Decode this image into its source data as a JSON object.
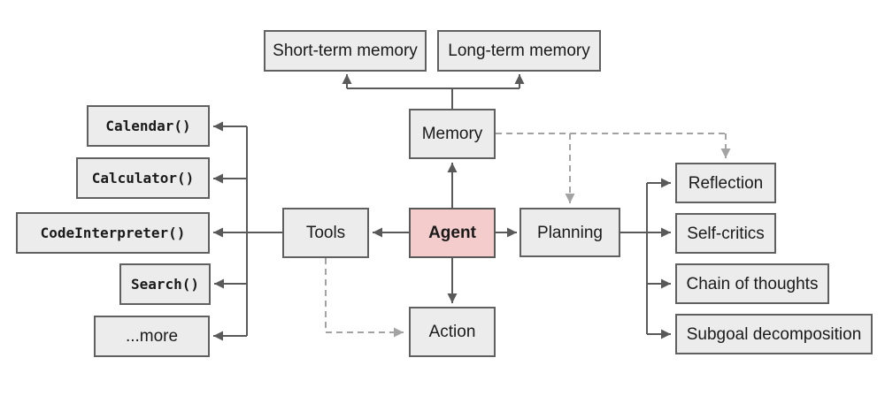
{
  "diagram": {
    "nodes": {
      "short_term_memory": {
        "label": "Short-term memory"
      },
      "long_term_memory": {
        "label": "Long-term memory"
      },
      "memory": {
        "label": "Memory"
      },
      "agent": {
        "label": "Agent"
      },
      "tools": {
        "label": "Tools"
      },
      "planning": {
        "label": "Planning"
      },
      "action": {
        "label": "Action"
      },
      "calendar": {
        "label": "Calendar()"
      },
      "calculator": {
        "label": "Calculator()"
      },
      "code_interpreter": {
        "label": "CodeInterpreter()"
      },
      "search": {
        "label": "Search()"
      },
      "more": {
        "label": "...more"
      },
      "reflection": {
        "label": "Reflection"
      },
      "self_critics": {
        "label": "Self-critics"
      },
      "chain_of_thoughts": {
        "label": "Chain of thoughts"
      },
      "subgoal_decomposition": {
        "label": "Subgoal decomposition"
      }
    },
    "edges": [
      {
        "from": "Memory",
        "to": "Short-term memory",
        "style": "solid"
      },
      {
        "from": "Memory",
        "to": "Long-term memory",
        "style": "solid"
      },
      {
        "from": "Agent",
        "to": "Memory",
        "style": "solid"
      },
      {
        "from": "Agent",
        "to": "Tools",
        "style": "solid"
      },
      {
        "from": "Agent",
        "to": "Planning",
        "style": "solid"
      },
      {
        "from": "Agent",
        "to": "Action",
        "style": "solid"
      },
      {
        "from": "Tools",
        "to": "Calendar()",
        "style": "solid"
      },
      {
        "from": "Tools",
        "to": "Calculator()",
        "style": "solid"
      },
      {
        "from": "Tools",
        "to": "CodeInterpreter()",
        "style": "solid"
      },
      {
        "from": "Tools",
        "to": "Search()",
        "style": "solid"
      },
      {
        "from": "Tools",
        "to": "...more",
        "style": "solid"
      },
      {
        "from": "Planning",
        "to": "Reflection",
        "style": "solid"
      },
      {
        "from": "Planning",
        "to": "Self-critics",
        "style": "solid"
      },
      {
        "from": "Planning",
        "to": "Chain of thoughts",
        "style": "solid"
      },
      {
        "from": "Planning",
        "to": "Subgoal decomposition",
        "style": "solid"
      },
      {
        "from": "Memory",
        "to": "Planning",
        "style": "dashed"
      },
      {
        "from": "Memory",
        "to": "Reflection",
        "style": "dashed"
      },
      {
        "from": "Tools",
        "to": "Action",
        "style": "dashed"
      }
    ],
    "colors": {
      "box_fill": "#ececec",
      "box_border": "#606060",
      "agent_fill": "#f4cccc",
      "agent_border": "#595959",
      "solid_line": "#595959",
      "dashed_line": "#a3a3a3",
      "text": "#1a1a1a",
      "background": "#ffffff"
    }
  }
}
